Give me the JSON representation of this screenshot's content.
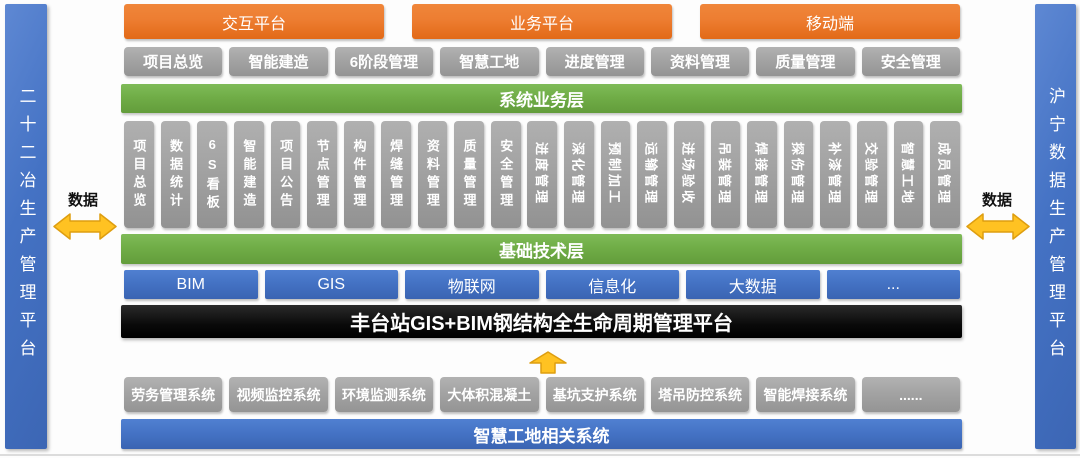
{
  "side_platforms": {
    "left": "二十二冶生产管理平台",
    "right": "沪宁数据生产管理平台",
    "left_data_label": "数据",
    "right_data_label": "数据"
  },
  "top_platforms": [
    "交互平台",
    "业务平台",
    "移动端"
  ],
  "modules": [
    "项目总览",
    "智能建造",
    "6阶段管理",
    "智慧工地",
    "进度管理",
    "资料管理",
    "质量管理",
    "安全管理"
  ],
  "layers": {
    "system_business_layer": "系统业务层",
    "basic_tech_layer": "基础技术层",
    "core_platform": "丰台站GIS+BIM钢结构全生命周期管理平台",
    "site_systems_layer": "智慧工地相关系统"
  },
  "functions_upright": [
    "项目总览",
    "数据统计",
    "6S看板",
    "智能建造",
    "项目公告",
    "节点管理",
    "构件管理",
    "焊缝管理",
    "资料管理",
    "质量管理",
    "安全管理"
  ],
  "functions_rotated": [
    "进度管理",
    "深化管理",
    "预制加工",
    "运输管理",
    "进场验收",
    "吊装管理",
    "焊接管理",
    "探伤管理",
    "补漆管理",
    "交验管理",
    "智慧工地",
    "成员管理"
  ],
  "technologies": [
    "BIM",
    "GIS",
    "物联网",
    "信息化",
    "大数据",
    "..."
  ],
  "site_systems": [
    "劳务管理系统",
    "视频监控系统",
    "环境监测系统",
    "大体积混凝土",
    "基坑支护系统",
    "塔吊防控系统",
    "智能焊接系统",
    "......"
  ],
  "icons": {
    "left_arrow": "double-arrow-icon",
    "right_arrow": "double-arrow-icon",
    "up_arrow": "up-arrow-icon"
  },
  "colors": {
    "platform_orange": "#ED7D31",
    "layer_green": "#70AD47",
    "tech_blue": "#4472C4",
    "module_gray": "#A3A3A3",
    "arrow_yellow": "#FFC222",
    "arrow_outline": "#DE9E10",
    "core_black": "#0A0A0A",
    "text_white": "#FFFFFF"
  }
}
